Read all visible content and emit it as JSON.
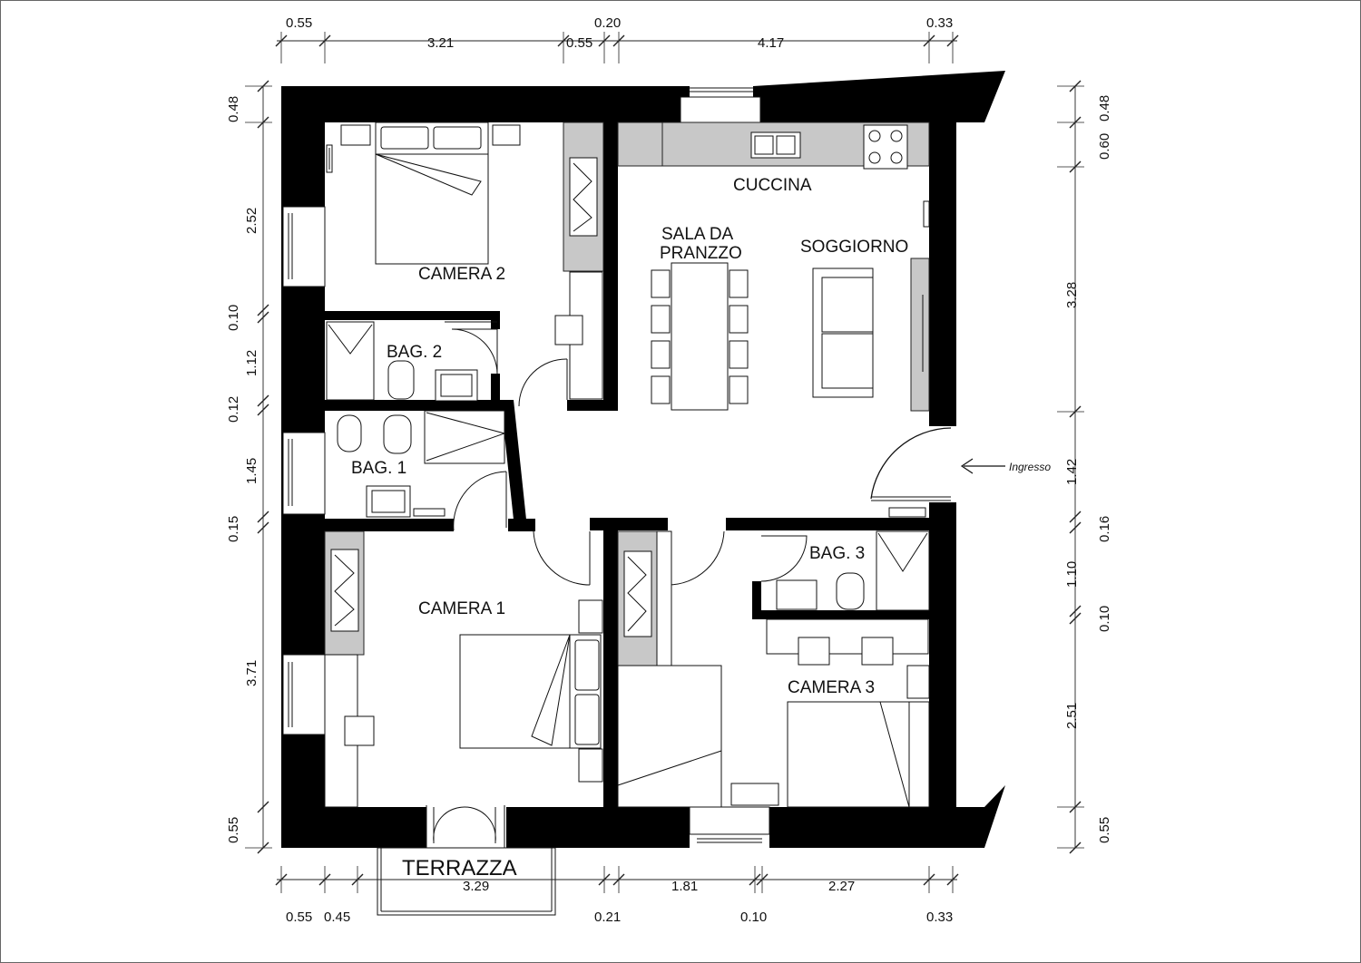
{
  "rooms": {
    "camera2": "CAMERA 2",
    "bag2": "BAG. 2",
    "bag1": "BAG. 1",
    "camera1": "CAMERA 1",
    "cucina": "CUCCINA",
    "sala_line1": "SALA DA",
    "sala_line2": "PRANZZO",
    "soggiorno": "SOGGIORNO",
    "bag3": "BAG. 3",
    "camera3": "CAMERA 3",
    "terrazza": "TERRAZZA"
  },
  "entrance_label": "Ingresso",
  "dims_top_row1": [
    "0.55",
    "0.20",
    "0.33"
  ],
  "dims_top_row2": [
    "3.21",
    "0.55",
    "4.17"
  ],
  "dims_bottom_row1": [
    "3.29",
    "1.81",
    "2.27"
  ],
  "dims_bottom_row2": [
    "0.55",
    "0.45",
    "0.21",
    "0.10",
    "0.33"
  ],
  "dims_left": [
    "0.48",
    "2.52",
    "0.10",
    "1.12",
    "0.12",
    "1.45",
    "0.15",
    "3.71",
    "0.55"
  ],
  "dims_right_outer": [
    "0.60",
    "0.48",
    "0.16",
    "1.10",
    "0.10",
    "0.55"
  ],
  "dims_right_inner": [
    "3.28",
    "1.42",
    "2.51"
  ]
}
